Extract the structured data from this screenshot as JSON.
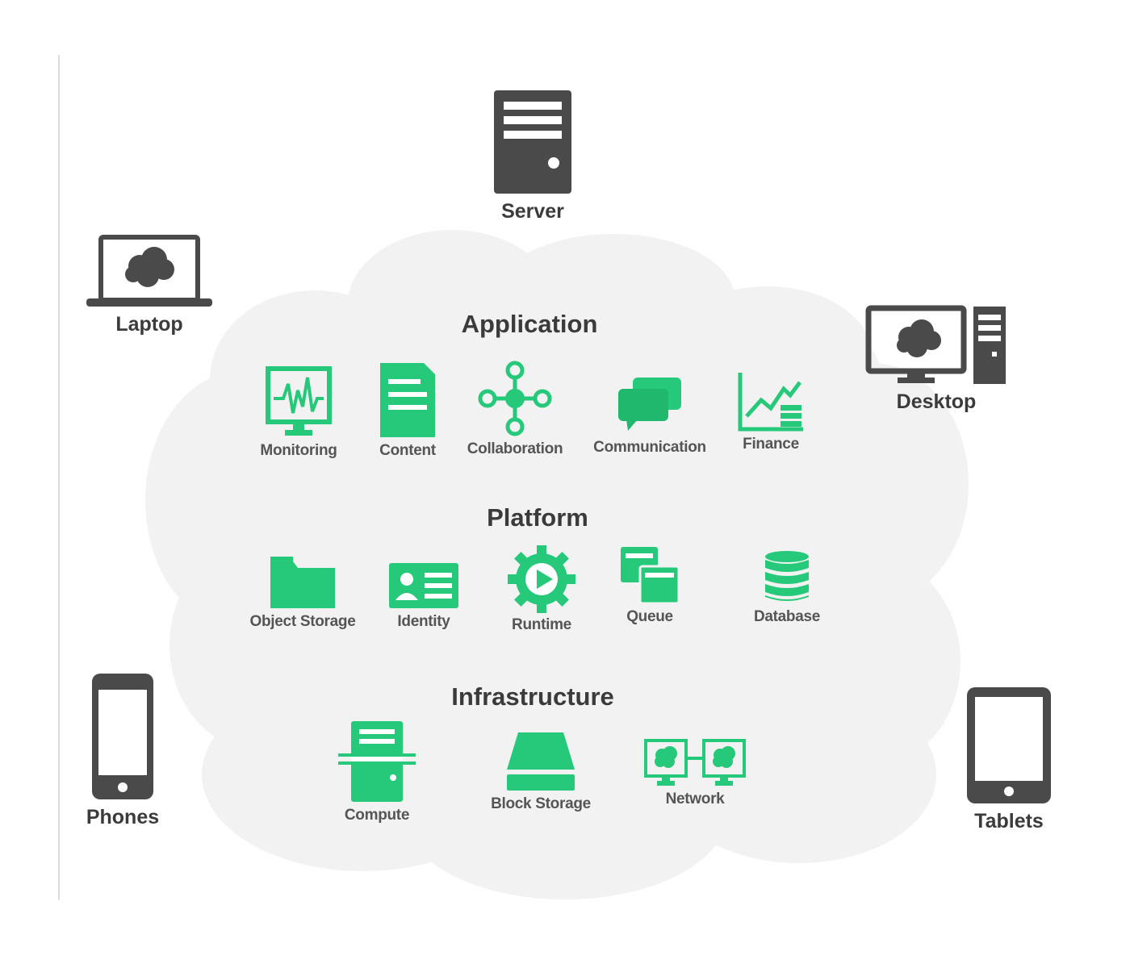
{
  "colors": {
    "accent": "#26c97a",
    "device": "#4a4a4a",
    "cloud": "#f2f2f2"
  },
  "devices": {
    "server": "Server",
    "laptop": "Laptop",
    "desktop": "Desktop",
    "phones": "Phones",
    "tablets": "Tablets"
  },
  "application": {
    "title": "Application",
    "items": [
      "Monitoring",
      "Content",
      "Collaboration",
      "Communication",
      "Finance"
    ],
    "icons": [
      "monitoring-icon",
      "content-icon",
      "collaboration-icon",
      "communication-icon",
      "finance-icon"
    ]
  },
  "platform": {
    "title": "Platform",
    "items": [
      "Object Storage",
      "Identity",
      "Runtime",
      "Queue",
      "Database"
    ],
    "icons": [
      "folder-icon",
      "id-card-icon",
      "runtime-gear-icon",
      "queue-icon",
      "database-icon"
    ]
  },
  "infrastructure": {
    "title": "Infrastructure",
    "items": [
      "Compute",
      "Block Storage",
      "Network"
    ],
    "icons": [
      "compute-server-icon",
      "block-storage-icon",
      "network-icon"
    ]
  }
}
